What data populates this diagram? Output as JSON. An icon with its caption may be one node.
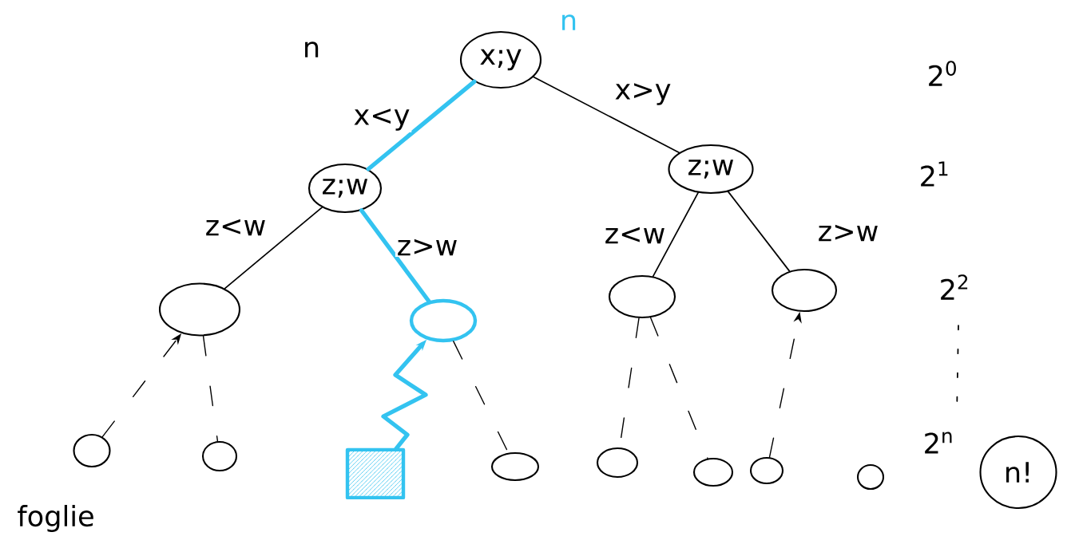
{
  "diagram": {
    "nodes": [
      {
        "text": [
          "x;y"
        ]
      },
      {
        "text": [
          "z;w"
        ]
      },
      {
        "text": [
          "z;w"
        ]
      },
      {
        "text": [],
        "shape": "circle"
      },
      {
        "text": [],
        "shape": "circle"
      },
      {
        "text": [],
        "shape": "circle"
      },
      {
        "text": [],
        "shape": "circle"
      },
      {
        "text": [],
        "shape": "circle"
      },
      {
        "text": [],
        "shape": "circle"
      },
      {
        "text": [],
        "shape": "cylinder"
      },
      {
        "text": [],
        "shape": "circle"
      },
      {
        "text": [],
        "shape": "circle"
      },
      {
        "text": [],
        "shape": "circle"
      },
      {
        "text": [],
        "shape": "circle"
      },
      {
        "text": [],
        "shape": "circle"
      },
      {
        "text": [
          "n!"
        ]
      }
    ],
    "edges": [
      {
        "from": 0,
        "to": 1,
        "arrow": "none",
        "label": "x<y",
        "style": "thick",
        "color": "#33c3f0"
      },
      {
        "from": 0,
        "to": 2,
        "arrow": "none",
        "label": "x>y"
      },
      {
        "from": 1,
        "to": 3,
        "arrow": "none",
        "label": "z<w"
      },
      {
        "from": 1,
        "to": 4,
        "arrow": "none",
        "label": "z>w",
        "style": "thick",
        "color": "#33c3f0"
      },
      {
        "from": 2,
        "to": 5,
        "arrow": "none",
        "label": "z<w"
      },
      {
        "from": 2,
        "to": 6,
        "arrow": "none",
        "label": "z>w"
      },
      {
        "from": 7,
        "to": 3,
        "arrow": "to",
        "style": "dashed"
      },
      {
        "from": 3,
        "to": 8,
        "arrow": "none",
        "style": "dashed"
      },
      {
        "from": 9,
        "to": 4,
        "arrow": "to",
        "style": "thick",
        "color": "#33c3f0"
      },
      {
        "from": 4,
        "to": 10,
        "arrow": "none",
        "style": "dashed"
      },
      {
        "from": 5,
        "to": 11,
        "arrow": "none",
        "style": "dashed"
      },
      {
        "from": 5,
        "to": 12,
        "arrow": "none",
        "style": "dashed"
      },
      {
        "from": 13,
        "to": 6,
        "arrow": "to",
        "style": "dashed"
      }
    ],
    "labels": [
      "n",
      "n",
      "2$^{0}$",
      "2$^{1}$",
      "2$^{2}$",
      "2$^{n}$",
      "foglie"
    ]
  }
}
